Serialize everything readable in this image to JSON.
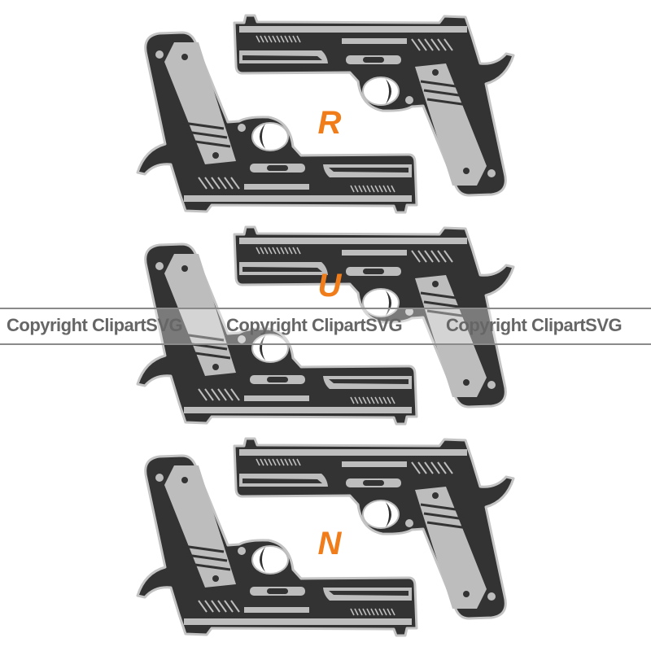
{
  "artwork": {
    "letters": [
      "R",
      "U",
      "N"
    ],
    "colors": {
      "gun_body": "#333333",
      "gun_detail": "#bdbdbd",
      "outline": "#c4c4c4",
      "letter": "#f07d1a"
    },
    "subject": "pistol-pair-icon"
  },
  "watermark": {
    "text": [
      "Copyright ClipartSVG",
      "Copyright ClipartSVG",
      "Copyright ClipartSVG"
    ]
  }
}
